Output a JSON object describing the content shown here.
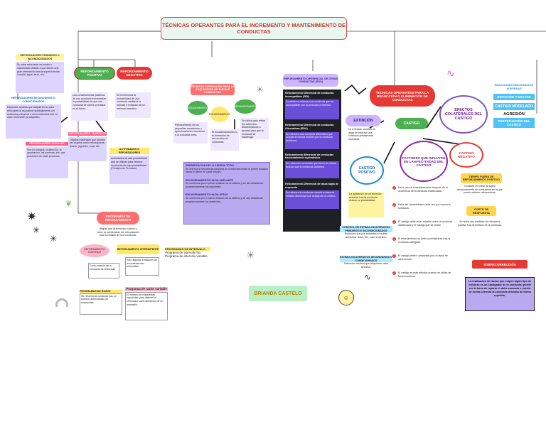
{
  "title": "TÉCNICAS OPERANTES PARA EL INCREMENTO Y MANTENIMIENTO DE CONDUCTAS",
  "left": {
    "reforzadores_primarios_h": "REFORZADORES PRIMARIOS O INCONDICIONADOS",
    "reforzadores_primarios_t": "Su valor reforzante es innato o inaprendido debido a que tienen una gran relevancia para la supervivencia: comida, agua, sexo, etc.",
    "reforzadores_secundarios_h": "REFORZADORES SECUNDARIOS O CONDICIONADOS",
    "reforzadores_secundarios_t": "Estímulos neutros que adquieren su valor reforzante al asociarse repetidamente con estímulos primarios u otros estímulos con un valor reforzante ya adquirido.",
    "reforzadores_sociales_h": "REFORZADORES SOCIALES",
    "reforzadores_sociales_t": "Son los elogios, la atención, la aprobación, las sonrisas, etc. que provienen de otras personas.",
    "ref_positivo": "REFORZAMIENTO POSITIVO",
    "ref_positivo_t": "Las consecuencias positivas de una conducta incrementan la probabilidad de que esa conducta se vuelva a realizar en el futuro.",
    "ref_negativo": "REFORZAMIENTO NEGATIVO",
    "ref_negativo_t": "Se incrementa la probabilidad de una conducta mediante la retirada o evitación de un estímulo aversivo.",
    "ref_tangibles_h": "REFORZADORES TANGIBLES",
    "ref_tangibles_t": "Objetos materiales que pueden ser usados como reforzadores: dinero, juguetes, ropa, etc.",
    "actividades_h": "ACTIVIDADES O REFORZADORES",
    "actividades_t": "Actividades de alta probabilidad que se utilizan para reforzar conductas de baja probabilidad (Principio de Premack)."
  },
  "center": {
    "tecnicas_adq": "TÉCNICAS OPERANTES PARA LA ADQUISICIÓN DE NUEVAS CONDUCTAS",
    "moldeamiento": "MOLDEAMIENTO",
    "encadenamiento": "ENCADENAMIENTO",
    "desvanecimiento": "DESVANECIMIENTO",
    "mold_t": "Reforzamiento de las pequeñas variaciones o aproximaciones sucesivas a la conducta meta.",
    "enc_t": "El encadenamiento es la formación de secuencias de conductas.",
    "desv_t": "Se utiliza para retirar los estímulos discriminativos o ayudas para que la conducta se mantenga.",
    "cadena_h": "PRESENTACIÓN DE LA CADENA TOTAL",
    "cadena_t1": "Se entrena la secuencia completa de conductas desde el primer eslabón hasta el último en cada ensayo.",
    "adelante_h": "ENCADENAMIENTO HACIA ADELANTE",
    "adelante_t": "Se comienza por el primer eslabón de la cadena y se van añadiendo progresivamente los siguientes.",
    "atras_h": "ENCADENAMIENTO HACIA ATRÁS",
    "atras_t": "Se comienza por el último eslabón de la cadena y se van añadiendo progresivamente los anteriores.",
    "programas_ref": "PROGRAMAS DE REFORZAMIENTO",
    "programas_t": "Reglas que determinan cuándo y cómo se administran los reforzadores tras la emisión de una conducta.",
    "continuo": "REFORZAMIENTO CONTINUO",
    "continuo_t": "Cada emisión de la conducta es reforzada.",
    "intermitente": "REFORZAMIENTO INTERMITENTE",
    "intermitente_t": "Solo algunas emisiones de la conducta son reforzadas.",
    "prog_intervalo": "PROGRAMAS DE INTERVALO",
    "intervalo_items": [
      "Programa de intervalo fijo",
      "Programa de intervalo variable"
    ],
    "prog_razon": "PROGRAMAS DE RAZÓN",
    "razon_t": "Se refuerza la conducta tras un número determinado de respuestas.",
    "razon_variable": "Programa de razón variable",
    "razon_variable_t": "El número de respuestas requeridas para obtener el reforzador varía alrededor de un promedio.",
    "author": "BRIANDA CASTELO"
  },
  "mid": {
    "rdo_h": "REFORZAMIENTO DIFERENCIAL DE OTRAS CONDUCTAS (RDO)",
    "rdi_h": "Reforzamiento Diferencial de conductas Incompatibles (RDI)",
    "rdi_t": "Consiste en reforzar una conducta que es incompatible con la conducta a eliminar.",
    "rda_h": "Reforzamiento Diferencial de conductas Alternativas (RDA)",
    "rda_t": "Se refuerza una conducta alternativa que cumple la misma función que la conducta problema.",
    "rdf_h": "Reforzamiento diferencial de conductas funcionalmente equivalentes",
    "rdf_t": "Se refuerzan conductas que tienen la misma función que la conducta problema.",
    "rdt_h": "Reforzamiento Diferencial de tasas bajas de respuesta",
    "rdt_t": "Se refuerza la conducta cuando su tasa de emisión disminuye por debajo de un criterio.",
    "control_h": "CONTROL DE ESTÍMULOS AVERSIVOS PRIMARIOS E INCONDICIONADOS",
    "control_t": "Estímulos que por naturaleza resultan aversivos: dolor, frío, calor excesivo.",
    "secundarios_h": "ESTÍMULOS AVERSIVOS SECUNDARIOS O CONDICIONADOS",
    "secundarios_t": "Estímulos neutros que adquieren valor aversivo."
  },
  "right": {
    "tecnicas_red": "TÉCNICAS OPERANTES PARA LA REDUCCIÓN O ELIMINACIÓN DE CONDUCTAS",
    "extincion": "EXTINCIÓN",
    "extincion_t": "La extinción consiste en dejar de reforzar una conducta previamente reforzada.",
    "castigo": "CASTIGO",
    "efectos": "EFECTOS COLATERALES DEL CASTIGO",
    "castigo_positivo": "CASTIGO POSITIVO",
    "factores": "FACTORES QUE INFLUYEN EN LA EFECTIVIDAD DEL CASTIGO",
    "castigo_negativo": "CASTIGO NEGATIVO",
    "cpos_t": "La aplicación de un estímulo aversivo tras la conducta reduce su probabilidad.",
    "reacciones": "REACCIONES EMOCIONALES ADVERSAS",
    "evitacion": "EVITACIÓN Y ESCAPE",
    "modelado": "CASTIGO MODELADO",
    "agresion": "AGRESIÓN",
    "perpetuacion": "PERPETUACIÓN DEL CASTIGO",
    "tiempo_fuera": "TIEMPO FUERA DE REFORZAMIENTO POSITIVO",
    "tiempo_fuera_t": "Consiste en retirar al sujeto temporalmente de la situación en la que puede obtener reforzadores.",
    "coste": "COSTE DE RESPUESTA",
    "coste_t": "Se retira una cantidad de reforzador positivo tras la emisión de la conducta.",
    "factores_items": [
      "Debe ocurrir inmediatamente después de la ocurrencia de la conducta inadecuada.",
      "Debe ser administrado cada vez que ocurra la conducta.",
      "El castigo debe tener relación entre la conducta inadecuada y el castigo que se recibe.",
      "El reforzamiento no debe suministrarse tras la conducta castigada.",
      "El castigo debe ir precedido por un aviso de advertencia.",
      "El castigo es más efectivo cuando se utiliza de forma continua."
    ],
    "sobrecorreccion": "SOBRECORRECCIÓN",
    "sobrecorreccion_t": "La realización de tareas que exigen algún tipo de esfuerzo es un castigador de la conducta; puede ser la tarea de reparar el daño causado o repetir de forma correcta la conducta deseada de forma repetida."
  },
  "colors": {
    "red": "#e53935",
    "green": "#2e7d32",
    "purple": "#7e57c2",
    "dark": "#1f1f26",
    "blue": "#1e88e5"
  }
}
